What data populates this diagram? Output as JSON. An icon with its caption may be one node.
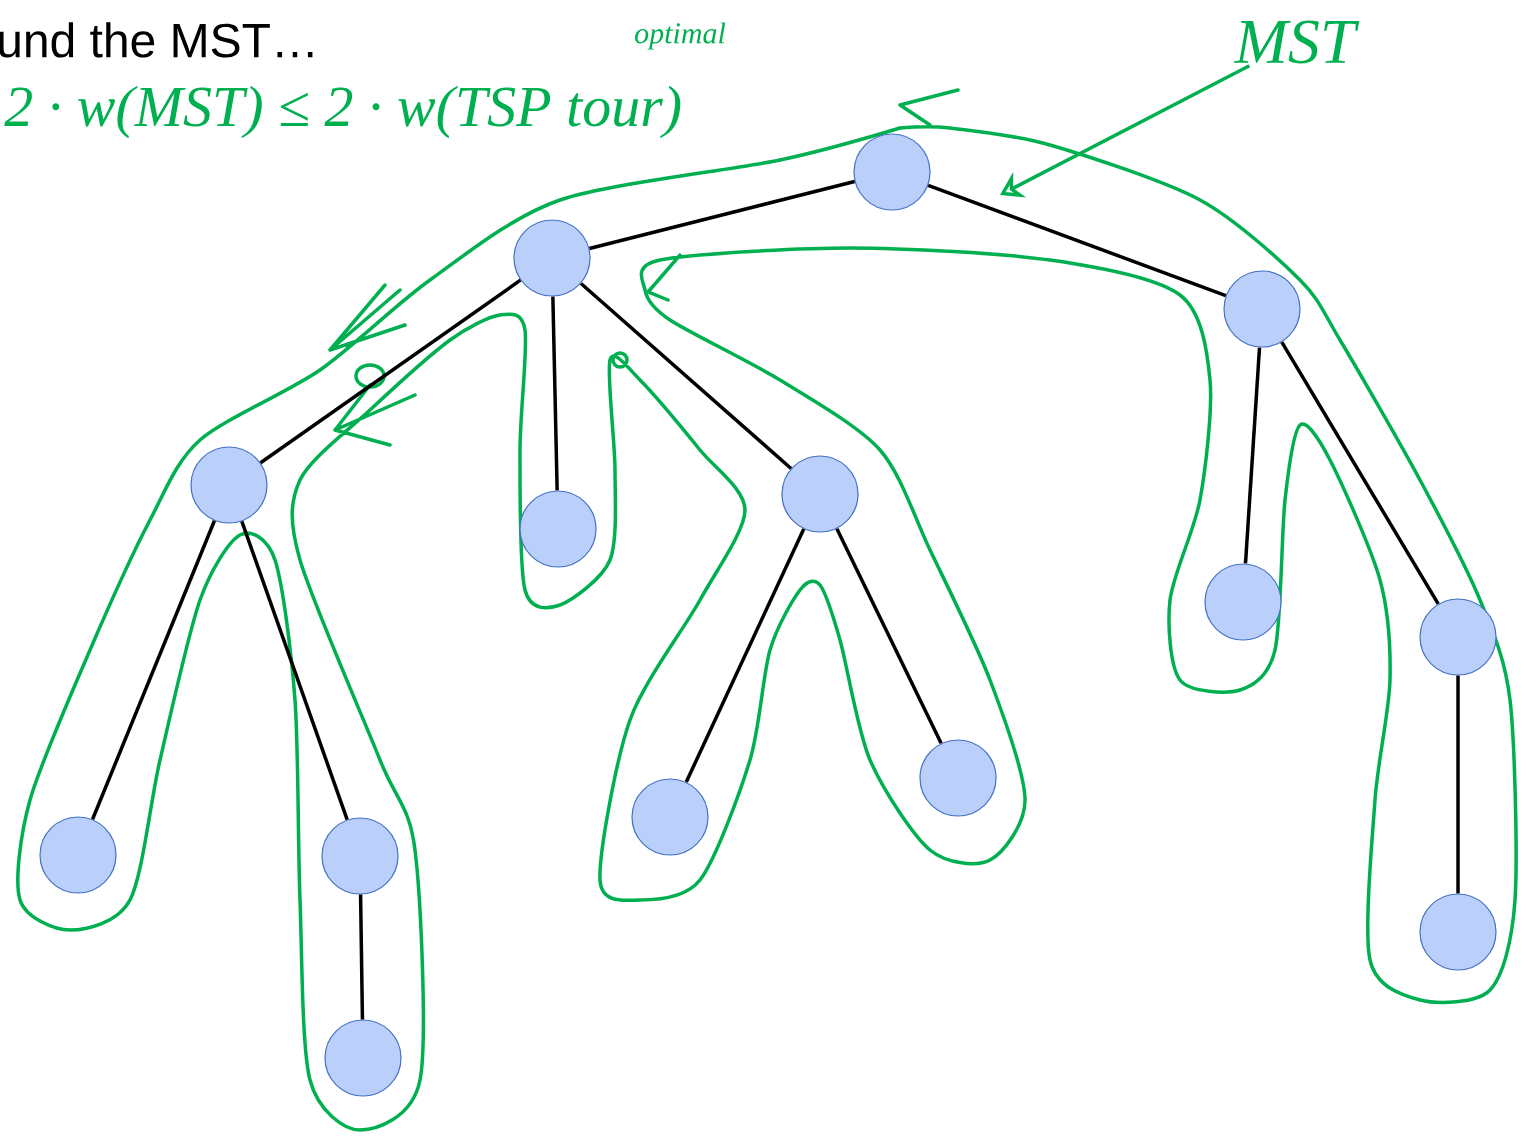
{
  "diagram": {
    "title": "und the MST…",
    "nodes": [
      {
        "text": [],
        "shape": "circle"
      },
      {
        "text": [],
        "shape": "circle"
      },
      {
        "text": [],
        "shape": "circle"
      },
      {
        "text": [],
        "shape": "circle"
      },
      {
        "text": [],
        "shape": "circle"
      },
      {
        "text": [],
        "shape": "circle"
      },
      {
        "text": [],
        "shape": "circle"
      },
      {
        "text": [],
        "shape": "circle"
      },
      {
        "text": [],
        "shape": "circle"
      },
      {
        "text": [],
        "shape": "circle"
      },
      {
        "text": [],
        "shape": "circle"
      },
      {
        "text": [],
        "shape": "circle"
      },
      {
        "text": [],
        "shape": "circle"
      },
      {
        "text": [],
        "shape": "circle"
      },
      {
        "text": [
          "MST"
        ]
      }
    ],
    "edges": [
      {
        "from": 0,
        "to": 1,
        "arrow": "none"
      },
      {
        "from": 0,
        "to": 2,
        "arrow": "none"
      },
      {
        "from": 1,
        "to": 3,
        "arrow": "none"
      },
      {
        "from": 1,
        "to": 4,
        "arrow": "none"
      },
      {
        "from": 1,
        "to": 5,
        "arrow": "none"
      },
      {
        "from": 3,
        "to": 8,
        "arrow": "none"
      },
      {
        "from": 3,
        "to": 9,
        "arrow": "none"
      },
      {
        "from": 9,
        "to": 10,
        "arrow": "none"
      },
      {
        "from": 5,
        "to": 11,
        "arrow": "none"
      },
      {
        "from": 5,
        "to": 12,
        "arrow": "none"
      },
      {
        "from": 2,
        "to": 6,
        "arrow": "none"
      },
      {
        "from": 2,
        "to": 7,
        "arrow": "none"
      },
      {
        "from": 7,
        "to": 13,
        "arrow": "none"
      },
      {
        "from": 14,
        "to": null,
        "arrow": "to",
        "color": "#00b050"
      }
    ],
    "labels": [
      "optimal",
      "2 · w(MST) ≤ 2 · w(TSP tour)"
    ]
  }
}
